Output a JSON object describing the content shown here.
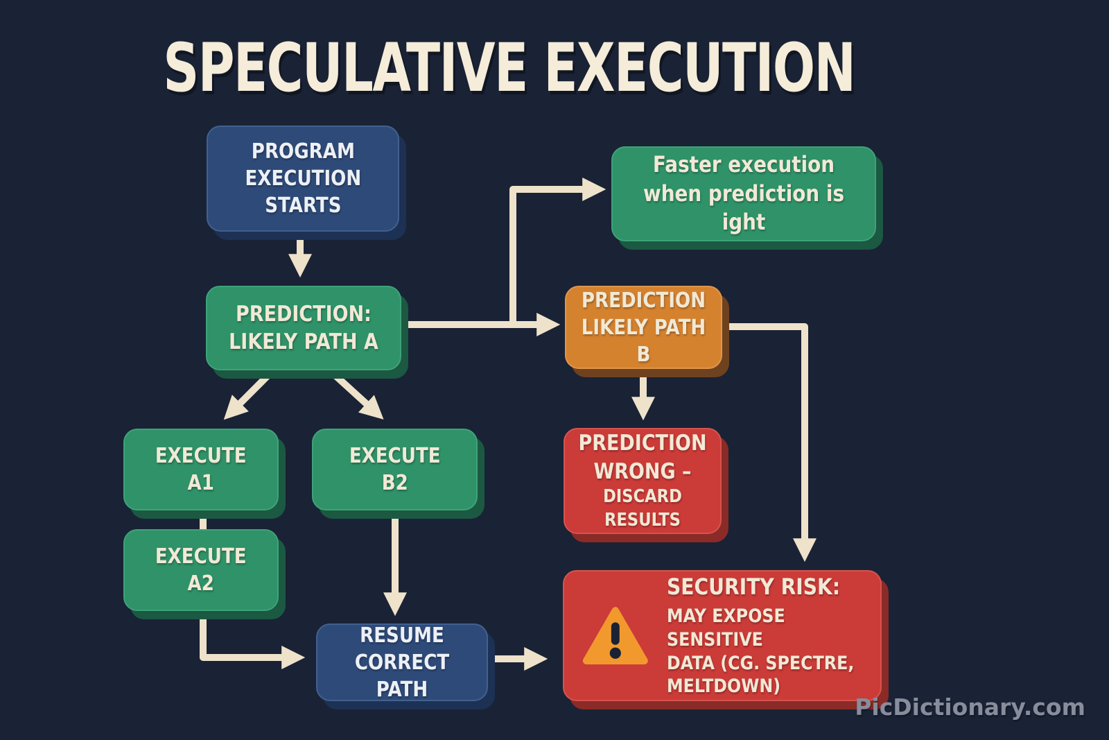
{
  "title": "SPECULATIVE EXECUTION",
  "watermark": "PicDictionary.com",
  "colors": {
    "background": "#1a2235",
    "node_blue": "#2e4a78",
    "node_green": "#2f9269",
    "node_orange": "#d5822f",
    "node_red": "#cb3b38",
    "connector": "#eee2ca",
    "text_cream": "#f1e9d6",
    "warning_triangle": "#f2992e"
  },
  "nodes": {
    "start": {
      "lines": [
        "PROGRAM",
        "EXECUTION",
        "STARTS"
      ],
      "color": "blue"
    },
    "prediction_a": {
      "lines": [
        "PREDICTION:",
        "LIKELY PATH A"
      ],
      "color": "green"
    },
    "faster": {
      "lines": [
        "Faster execution",
        "when prediction is ight"
      ],
      "color": "green"
    },
    "prediction_b": {
      "lines": [
        "PREDICTION",
        "LIKELY PATH B"
      ],
      "color": "orange"
    },
    "execute_a1": {
      "lines": [
        "EXECUTE",
        "A1"
      ],
      "color": "green"
    },
    "execute_b2": {
      "lines": [
        "EXECUTE",
        "B2"
      ],
      "color": "green"
    },
    "execute_a2": {
      "lines": [
        "EXECUTE",
        "A2"
      ],
      "color": "green"
    },
    "prediction_wrong": {
      "lines": [
        "PREDICTION",
        "WRONG –",
        "DISCARD RESULTS"
      ],
      "color": "red"
    },
    "resume": {
      "lines": [
        "RESUME",
        "CORRECT PATH"
      ],
      "color": "blue"
    },
    "security": {
      "icon": "warning-icon",
      "heading": "SECURITY RISK:",
      "lines": [
        "MAY EXPOSE SENSITIVE",
        "DATA (CG. SPECTRE,",
        "MELTDOWN)"
      ],
      "color": "red"
    }
  },
  "edges": [
    {
      "from": "start",
      "to": "prediction_a"
    },
    {
      "from": "prediction_a",
      "to": "faster"
    },
    {
      "from": "prediction_a",
      "to": "prediction_b"
    },
    {
      "from": "prediction_a",
      "to": "execute_a1"
    },
    {
      "from": "prediction_a",
      "to": "execute_b2"
    },
    {
      "from": "execute_a1",
      "to": "execute_a2"
    },
    {
      "from": "execute_a2",
      "to": "resume"
    },
    {
      "from": "execute_b2",
      "to": "resume"
    },
    {
      "from": "prediction_b",
      "to": "prediction_wrong"
    },
    {
      "from": "prediction_b",
      "to": "security"
    },
    {
      "from": "resume",
      "to": "security"
    }
  ]
}
